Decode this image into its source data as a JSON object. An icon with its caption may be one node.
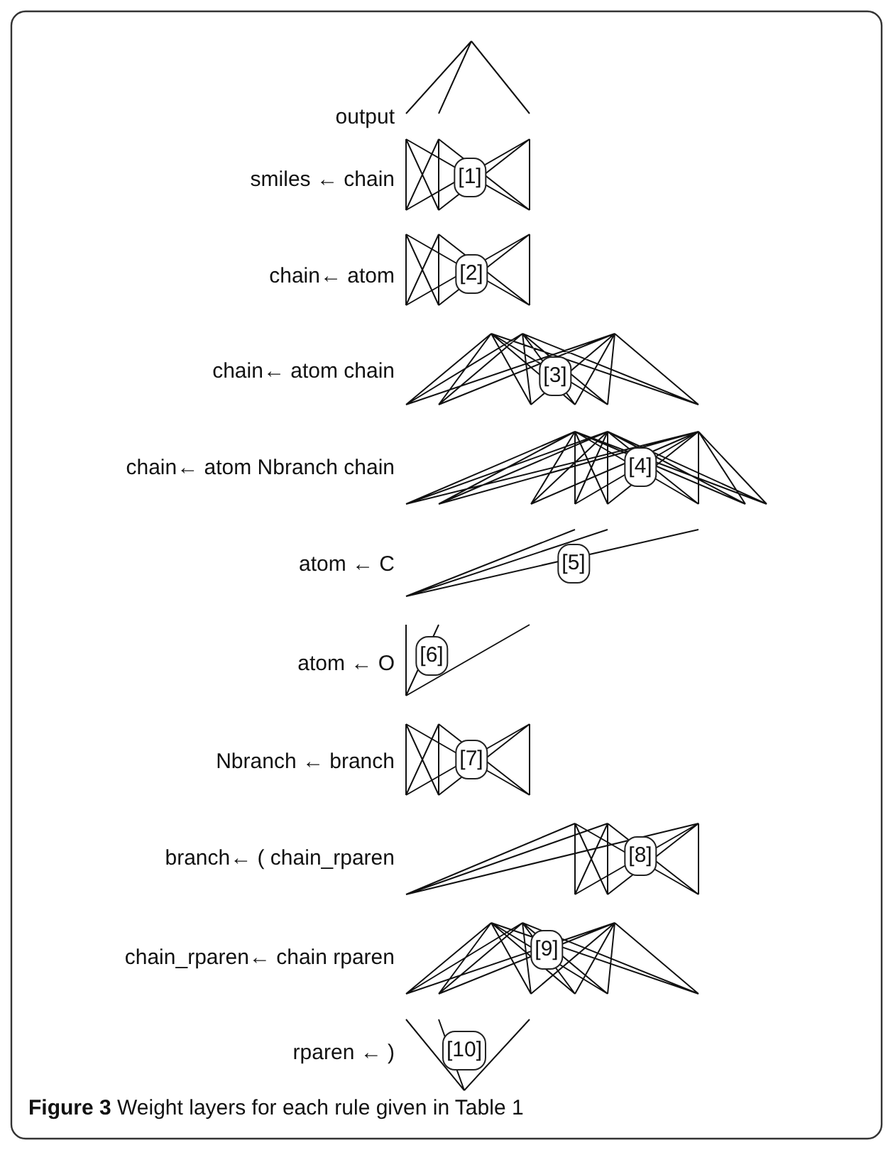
{
  "diagram": {
    "caption": "**Figure 3** Weight layers for each rule given in Table 1",
    "nodes": [
      {
        "text": [
          "[1]"
        ]
      },
      {
        "text": [
          "[2]"
        ]
      },
      {
        "text": [
          "[3]"
        ]
      },
      {
        "text": [
          "[4]"
        ]
      },
      {
        "text": [
          "[5]"
        ]
      },
      {
        "text": [
          "[6]"
        ]
      },
      {
        "text": [
          "[7]"
        ]
      },
      {
        "text": [
          "[8]"
        ]
      },
      {
        "text": [
          "[9]"
        ]
      },
      {
        "text": [
          "[10]"
        ]
      }
    ],
    "labels": [
      "output",
      "smiles ← chain",
      "chain← atom",
      "chain← atom chain",
      "chain← atom Nbranch chain",
      "atom ← C",
      "atom ← O",
      "Nbranch ← branch",
      "branch← ( chain_rparen",
      "chain_rparen← chain rparen",
      "rparen ← )"
    ]
  }
}
